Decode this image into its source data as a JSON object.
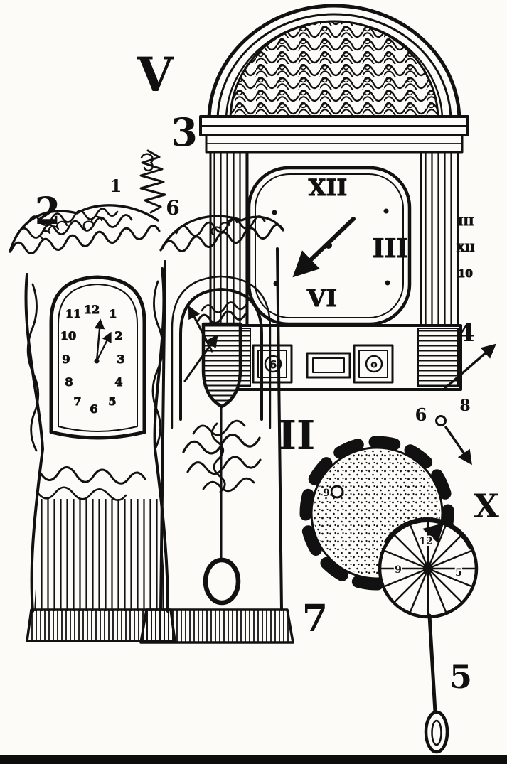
{
  "figure": {
    "labels": {
      "v": "V",
      "three": "3",
      "two": "2",
      "one": "1",
      "six_top": "6",
      "four": "4",
      "six_right": "6",
      "eight": "8",
      "ii": "II",
      "x": "X",
      "seven": "7",
      "five": "5"
    },
    "mantel_clock": {
      "numeral_top": "XII",
      "numeral_right": "III",
      "numeral_bottom": "VI",
      "side_marks": [
        "III",
        "XII",
        "10"
      ],
      "left_panel_mark": "6",
      "right_panel_mark": "o"
    },
    "grandfather_clock_face": {
      "numbers": [
        "12",
        "1",
        "2",
        "3",
        "4",
        "5",
        "6",
        "7",
        "8",
        "9",
        "10",
        "11"
      ]
    },
    "gear": {
      "hole_mark": "9"
    },
    "wheel": {
      "marks": [
        "12",
        "9",
        "5"
      ]
    }
  }
}
